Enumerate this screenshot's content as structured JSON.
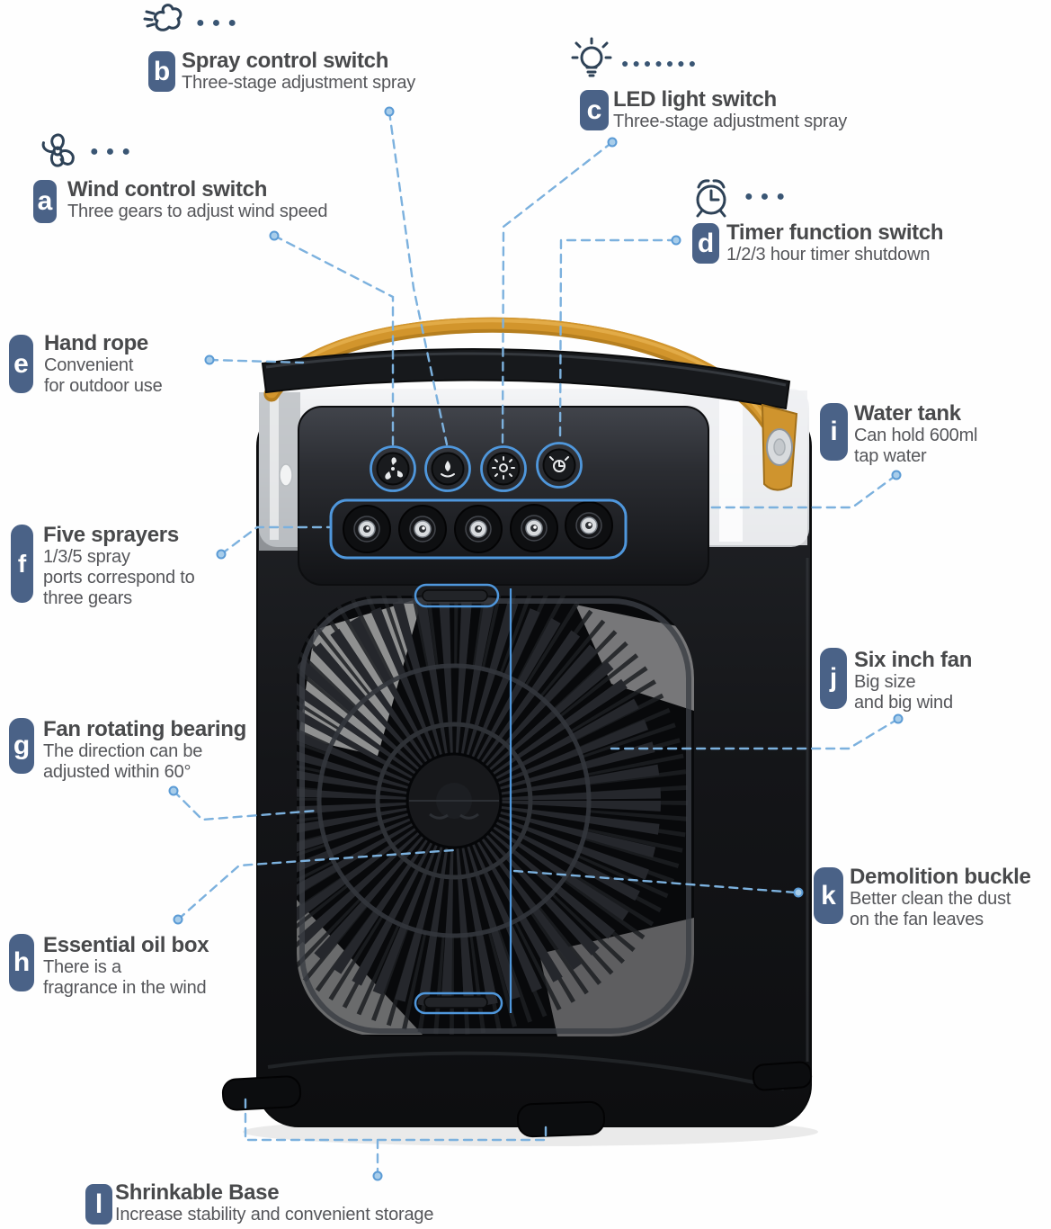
{
  "colors": {
    "badge_blue": "#4a6287",
    "title_text": "#48494b",
    "subtitle_text": "#55565a",
    "leader_line_blue": "#7cb1de",
    "product_highlight_blue": "#4f97dc",
    "handle_orange": "#d2952c",
    "indicator_dots": "#3a5674"
  },
  "callouts": {
    "a": {
      "letter": "a",
      "title": "Wind control switch",
      "subs": [
        "Three gears to adjust wind speed"
      ],
      "icon": "fan-icon",
      "dots": "●●●"
    },
    "b": {
      "letter": "b",
      "title": "Spray control switch",
      "subs": [
        "Three-stage adjustment spray"
      ],
      "icon": "spray-icon",
      "dots": "●●●"
    },
    "c": {
      "letter": "c",
      "title": "LED light switch",
      "subs": [
        "Three-stage adjustment spray"
      ],
      "icon": "lightbulb-icon",
      "dots": "●●●●●●●"
    },
    "d": {
      "letter": "d",
      "title": "Timer function switch",
      "subs": [
        "1/2/3 hour timer shutdown"
      ],
      "icon": "alarm-clock-icon",
      "dots": "●●●"
    },
    "e": {
      "letter": "e",
      "title": "Hand rope",
      "subs": [
        "Convenient",
        "for outdoor use"
      ]
    },
    "f": {
      "letter": "f",
      "title": "Five sprayers",
      "subs": [
        "1/3/5 spray",
        "ports correspond to",
        "three gears"
      ]
    },
    "g": {
      "letter": "g",
      "title": "Fan rotating bearing",
      "subs": [
        "The direction can be",
        "adjusted within 60°"
      ]
    },
    "h": {
      "letter": "h",
      "title": "Essential oil box",
      "subs": [
        "There is a",
        "fragrance in the wind"
      ]
    },
    "i": {
      "letter": "i",
      "title": "Water tank",
      "subs": [
        "Can hold 600ml",
        "tap water"
      ]
    },
    "j": {
      "letter": "j",
      "title": "Six inch fan",
      "subs": [
        "Big size",
        "and big wind"
      ]
    },
    "k": {
      "letter": "k",
      "title": "Demolition buckle",
      "subs": [
        "Better clean the dust",
        "on the fan leaves"
      ]
    },
    "l": {
      "letter": "l",
      "title": "Shrinkable Base",
      "subs": [
        "Increase stability and convenient storage"
      ]
    }
  }
}
